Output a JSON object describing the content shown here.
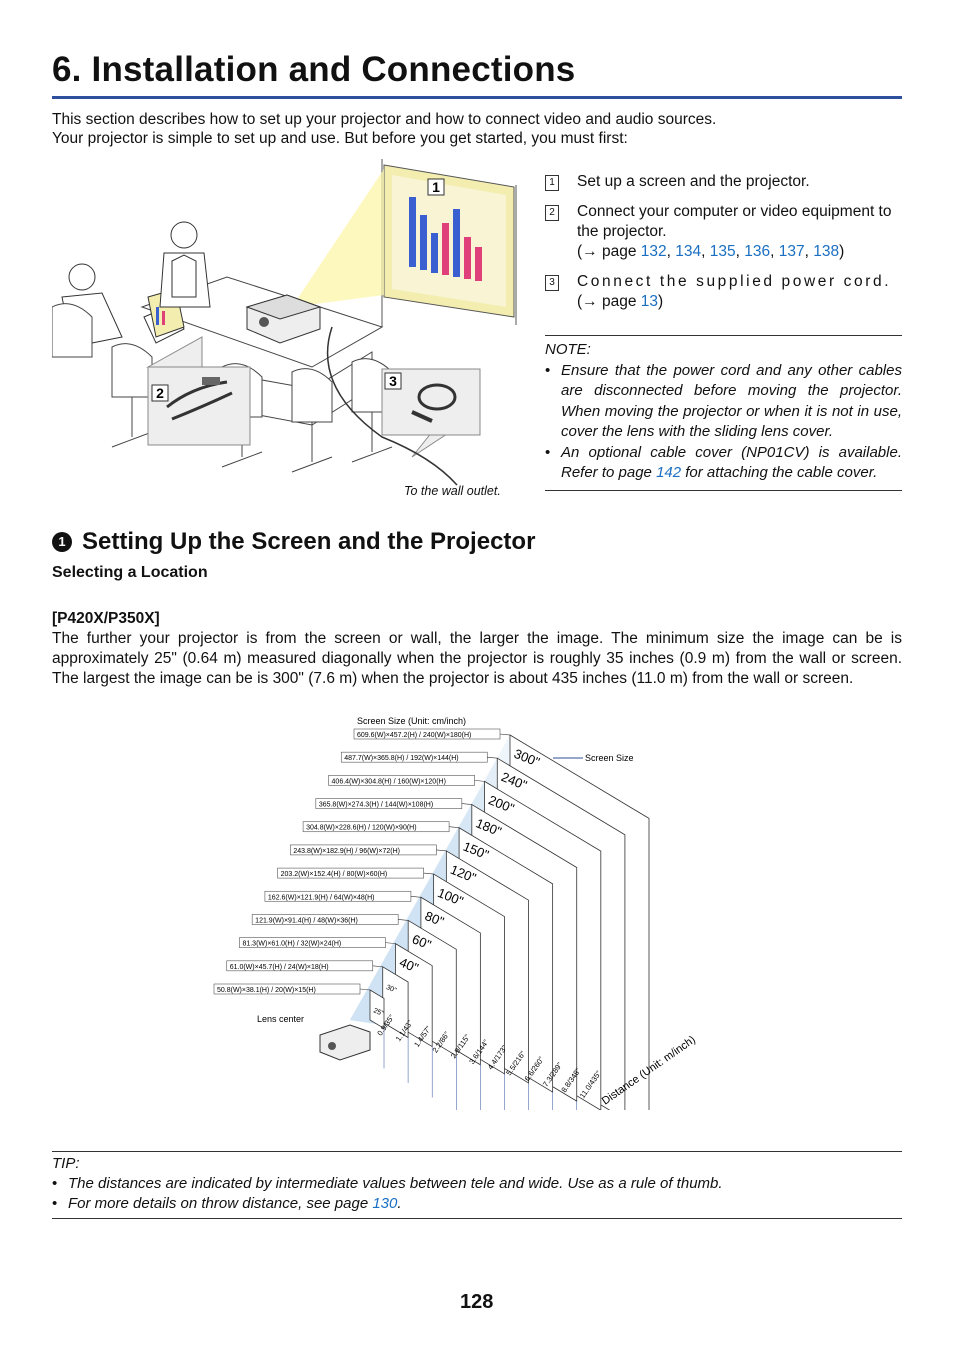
{
  "title": "6. Installation and Connections",
  "intro": [
    "This section describes how to set up your projector and how to connect video and audio sources.",
    "Your projector is simple to set up and use. But before you get started, you must first:"
  ],
  "steps": {
    "s1": {
      "num": "1",
      "text": "Set up a screen and the projector."
    },
    "s2": {
      "num": "2",
      "text": "Connect your computer or video equipment to the projector.",
      "ref_pre": "(→ page ",
      "refs": [
        "132",
        "134",
        "135",
        "136",
        "137",
        "138"
      ],
      "ref_post": ")"
    },
    "s3": {
      "num": "3",
      "text": "Connect the supplied power cord.",
      "ref_pre": "(→ page ",
      "ref": "13",
      "ref_post": ")"
    }
  },
  "note": {
    "label": "NOTE:",
    "items": [
      "Ensure that the power cord and any other cables are disconnected before moving the projector. When moving the projector or when it is not in use, cover the lens with the sliding lens cover.",
      "An optional cable cover (NP01CV) is available. Refer to page "
    ],
    "item2_link": "142",
    "item2_post": " for attaching the cable cover."
  },
  "illustration": {
    "callouts": [
      "1",
      "2",
      "3"
    ],
    "wall_outlet": "To the wall outlet."
  },
  "section": {
    "num": "1",
    "title": "Setting Up the Screen and the Projector"
  },
  "subsection": "Selecting a Location",
  "model": "[P420X/P350X]",
  "paragraph": "The further your projector is from the screen or wall, the larger the image. The minimum size the image can be is approximately 25\" (0.64 m) measured diagonally when the projector is roughly 35 inches (0.9 m) from the wall or screen. The largest the image can be is 300\" (7.6 m) when the projector is about 435 inches (11.0 m) from the wall or screen.",
  "diagram": {
    "screen_size_caption": "Screen Size (Unit: cm/inch)",
    "screen_size_label": "Screen Size",
    "lens_center": "Lens center",
    "distance_axis": "Distance (Unit: m/inch)",
    "screens": [
      {
        "size": "300\"",
        "dims": "609.6(W)×457.2(H) / 240(W)×180(H)",
        "distance": "11.0/435\""
      },
      {
        "size": "240\"",
        "dims": "487.7(W)×365.8(H) / 192(W)×144(H)",
        "distance": "8.8/348\""
      },
      {
        "size": "200\"",
        "dims": "406.4(W)×304.8(H) / 160(W)×120(H)",
        "distance": "7.3/289\""
      },
      {
        "size": "180\"",
        "dims": "365.8(W)×274.3(H) / 144(W)×108(H)",
        "distance": "6.6/260\""
      },
      {
        "size": "150\"",
        "dims": "304.8(W)×228.6(H) / 120(W)×90(H)",
        "distance": "5.5/216\""
      },
      {
        "size": "120\"",
        "dims": "243.8(W)×182.9(H) / 96(W)×72(H)",
        "distance": "4.4/173\""
      },
      {
        "size": "100\"",
        "dims": "203.2(W)×152.4(H) / 80(W)×60(H)",
        "distance": "3.6/144\""
      },
      {
        "size": "80\"",
        "dims": "162.6(W)×121.9(H) / 64(W)×48(H)",
        "distance": "2.9/115\""
      },
      {
        "size": "60\"",
        "dims": "121.9(W)×91.4(H) / 48(W)×36(H)",
        "distance": "2.2/86\""
      },
      {
        "size": "40\"",
        "dims": "81.3(W)×61.0(H) / 32(W)×24(H)",
        "distance": "1.4/57\""
      },
      {
        "size": "30\"",
        "dims": "61.0(W)×45.7(H) / 24(W)×18(H)",
        "distance": "1.1/43\""
      },
      {
        "size": "25\"",
        "dims": "50.8(W)×38.1(H) / 20(W)×15(H)",
        "distance": "0.9/35\""
      }
    ]
  },
  "tip": {
    "label": "TIP:",
    "items": [
      "The distances are indicated by intermediate values between tele and wide. Use as a rule of thumb.",
      "For more details on throw distance, see page "
    ],
    "item2_link": "130",
    "item2_post": "."
  },
  "page_number": "128",
  "colors": {
    "rule": "#2d4f9e",
    "link": "#1a6fc2",
    "beam": "#cfe3f3",
    "bars_blue": "#3a5fd0",
    "bars_pink": "#e0407a"
  }
}
